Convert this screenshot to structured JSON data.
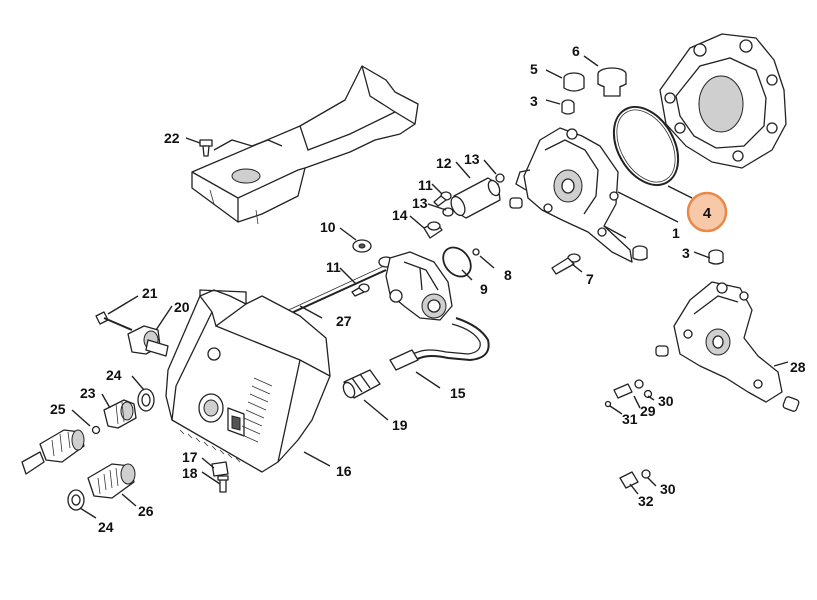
{
  "diagram": {
    "highlight": {
      "label": "4",
      "ring_color": "#e8894a",
      "fill_color": "#f8c9a8"
    },
    "callouts": {
      "c1": "1",
      "c3a": "3",
      "c3b": "3",
      "c5": "5",
      "c6": "6",
      "c7": "7",
      "c8": "8",
      "c9": "9",
      "c10": "10",
      "c11a": "11",
      "c11b": "11",
      "c12": "12",
      "c13a": "13",
      "c13b": "13",
      "c14": "14",
      "c15": "15",
      "c16": "16",
      "c17": "17",
      "c18": "18",
      "c19": "19",
      "c20": "20",
      "c21": "21",
      "c22": "22",
      "c23": "23",
      "c24a": "24",
      "c24b": "24",
      "c25": "25",
      "c26": "26",
      "c27": "27",
      "c28": "28",
      "c29": "29",
      "c30a": "30",
      "c30b": "30",
      "c31": "31",
      "c32": "32"
    }
  }
}
